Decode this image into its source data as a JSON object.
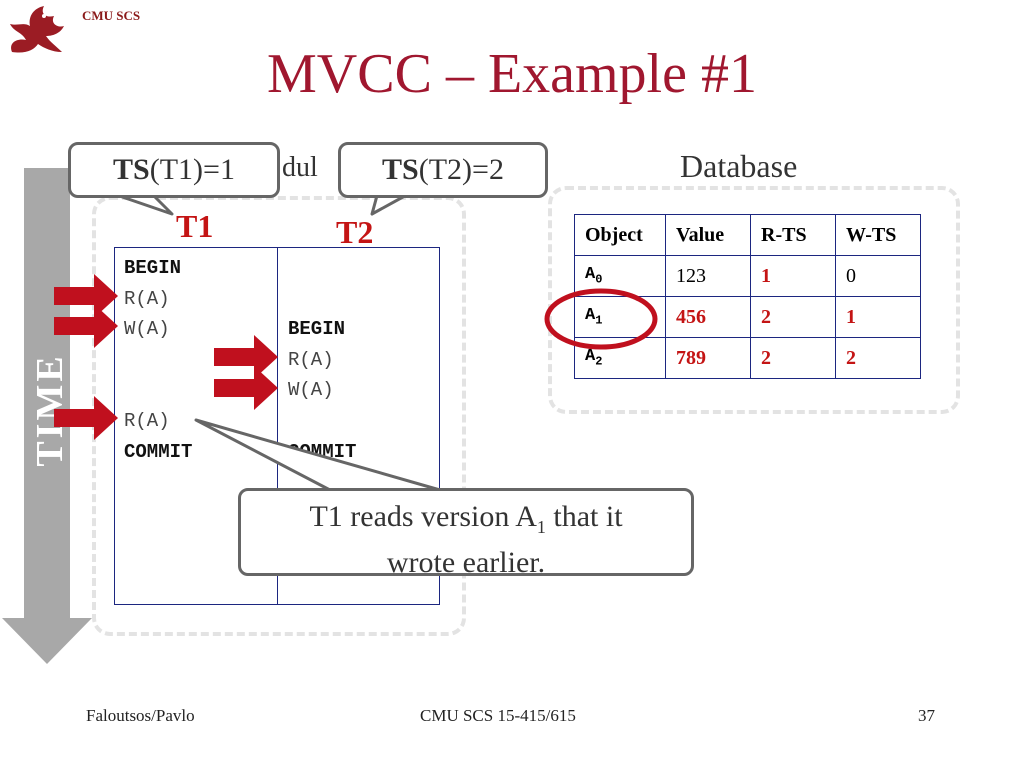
{
  "header": {
    "label": "CMU SCS"
  },
  "title": "MVCC – Example #1",
  "time_label": "TIME",
  "schedule": {
    "heading_fragment": "dul",
    "t1_label": "T1",
    "t2_label": "T2",
    "t1_ops": [
      "BEGIN",
      "R(A)",
      "W(A)",
      "",
      "",
      "R(A)",
      "COMMIT"
    ],
    "t2_ops": [
      "",
      "",
      "",
      "BEGIN",
      "R(A)",
      "W(A)",
      "",
      "COMMIT"
    ]
  },
  "callouts": {
    "ts1": {
      "bold": "TS",
      "rest": "(T1)=1"
    },
    "ts2": {
      "bold": "TS",
      "rest": "(T2)=2"
    },
    "note": {
      "line1_a": "T1 reads version A",
      "line1_sub": "1",
      "line1_b": " that it",
      "line2": "wrote earlier."
    }
  },
  "database": {
    "title": "Database",
    "columns": [
      "Object",
      "Value",
      "R-TS",
      "W-TS"
    ],
    "rows": [
      {
        "obj": "A",
        "sub": "0",
        "value": "123",
        "rts": "1",
        "wts": "0"
      },
      {
        "obj": "A",
        "sub": "1",
        "value": "456",
        "rts": "2",
        "wts": "1"
      },
      {
        "obj": "A",
        "sub": "2",
        "value": "789",
        "rts": "2",
        "wts": "2"
      }
    ]
  },
  "footer": {
    "left": "Faloutsos/Pavlo",
    "center": "CMU SCS 15-415/615",
    "right": "37"
  }
}
